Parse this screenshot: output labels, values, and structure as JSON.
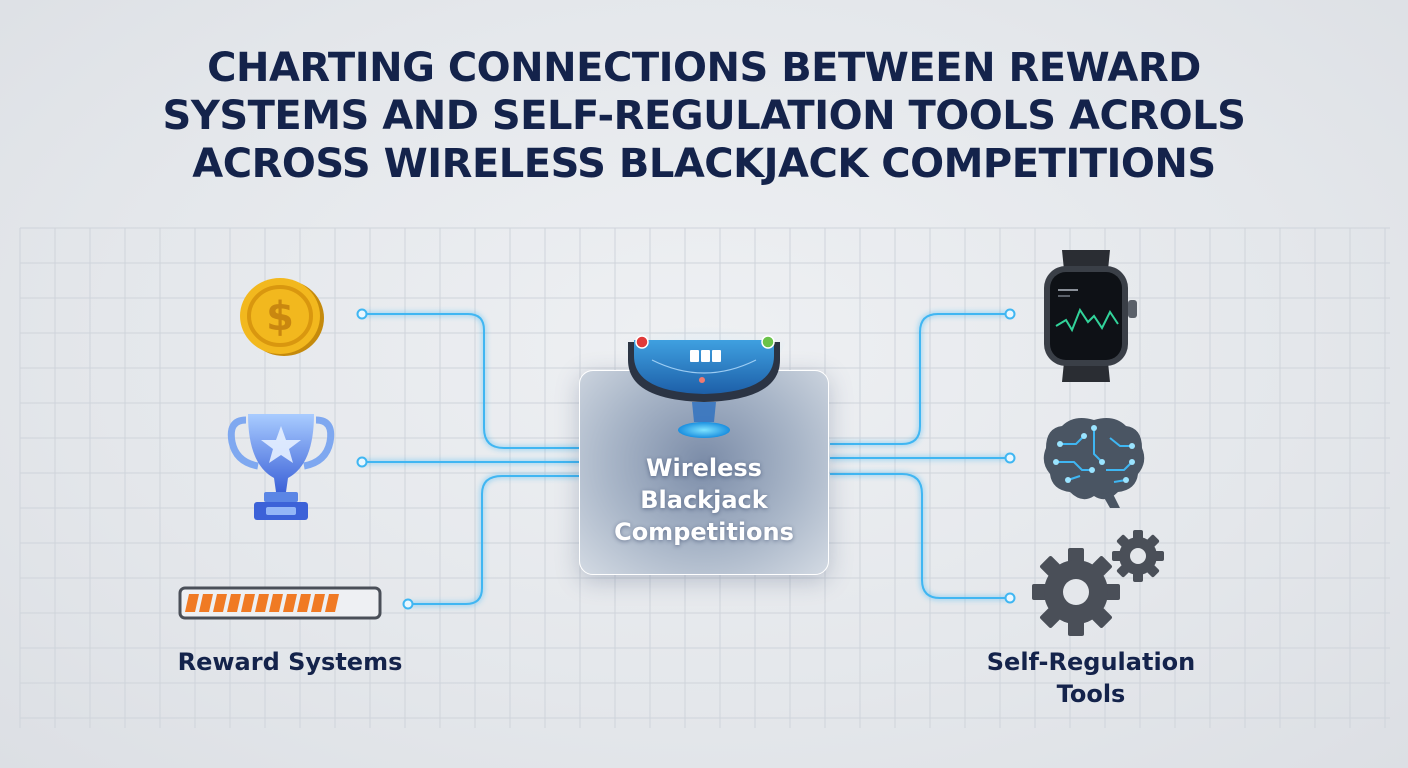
{
  "title": {
    "line1": "CHARTING CONNECTIONS BETWEEN REWARD",
    "line2": "SYSTEMS AND SELF-REGULATION TOOLS ACROLS",
    "line3": "ACROSS WIRELESS BLACKJACK COMPETITIONS"
  },
  "hub": {
    "line1": "Wireless",
    "line2": "Blackjack",
    "line3": "Competitions",
    "icon": "blackjack-table-icon"
  },
  "left_group": {
    "label": "Reward Systems",
    "items": [
      {
        "icon": "dollar-coin-icon"
      },
      {
        "icon": "trophy-icon"
      },
      {
        "icon": "progress-bar-icon",
        "progress": 0.85
      }
    ]
  },
  "right_group": {
    "label_line1": "Self-Regulation",
    "label_line2": "Tools",
    "items": [
      {
        "icon": "smartwatch-icon"
      },
      {
        "icon": "brain-circuit-icon"
      },
      {
        "icon": "gears-icon"
      }
    ]
  },
  "colors": {
    "title": "#14234b",
    "link": "#3fb6f2",
    "coin": "#f2b81e",
    "trophy": "#5b86e5",
    "progress": "#f07a24",
    "device": "#3a3f47"
  }
}
